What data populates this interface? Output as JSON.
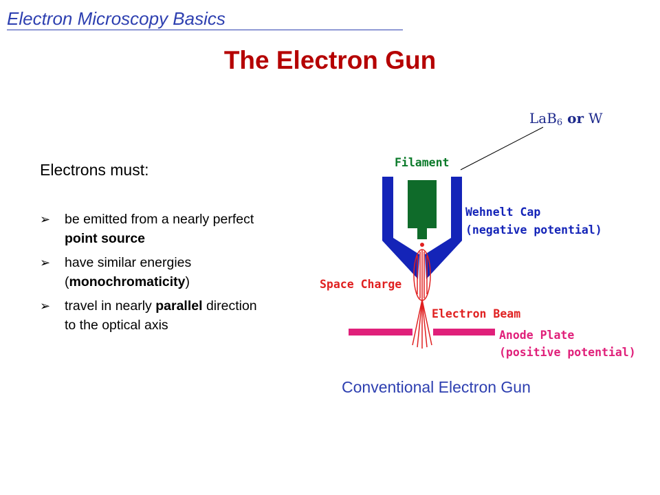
{
  "header": {
    "title": "Electron Microscopy Basics"
  },
  "slide": {
    "title": "The Electron Gun"
  },
  "content": {
    "intro": "Electrons must:",
    "bullets": [
      {
        "marker": "➢",
        "parts": [
          {
            "text": "be emitted from a nearly perfect ",
            "bold": false
          },
          {
            "text": "point source",
            "bold": true
          }
        ]
      },
      {
        "marker": "➢",
        "parts": [
          {
            "text": "have similar energies (",
            "bold": false
          },
          {
            "text": "monochromaticity",
            "bold": true
          },
          {
            "text": ")",
            "bold": false
          }
        ]
      },
      {
        "marker": "➢",
        "parts": [
          {
            "text": "travel in nearly ",
            "bold": false
          },
          {
            "text": "parallel",
            "bold": true
          },
          {
            "text": " direction to the optical axis",
            "bold": false
          }
        ]
      }
    ]
  },
  "diagram": {
    "material_label": {
      "pre": "LaB",
      "sub": "6",
      "mid": " or ",
      "post": "W"
    },
    "labels": {
      "filament": "Filament",
      "wehnelt_line1": "Wehnelt Cap",
      "wehnelt_line2": "(negative potential)",
      "space_charge": "Space Charge",
      "electron_beam": "Electron Beam",
      "anode_line1": "Anode Plate",
      "anode_line2": "(positive potential)"
    },
    "caption": "Conventional Electron Gun",
    "colors": {
      "filament_label": "#0b7a2a",
      "filament": "#0f6b2a",
      "wehnelt": "#1424b8",
      "wehnelt_label": "#1424b8",
      "beam": "#e02020",
      "space_charge_label": "#e02020",
      "anode": "#e0207a",
      "anode_label": "#e0207a",
      "leader_line": "#000000"
    }
  }
}
